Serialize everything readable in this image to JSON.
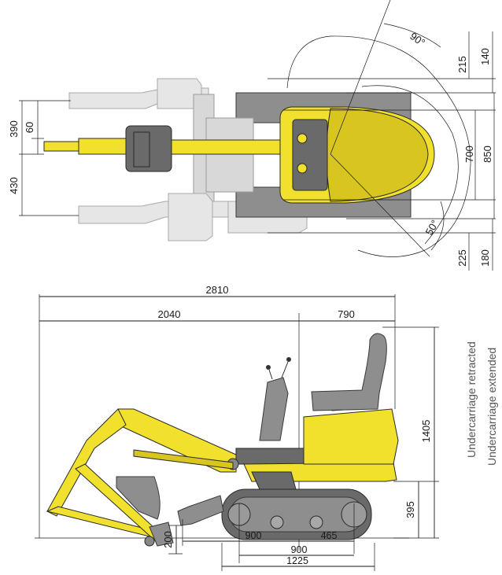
{
  "top_view": {
    "angle_left": "90°",
    "angle_right": "50°",
    "dim_215": "215",
    "dim_140": "140",
    "dim_390": "390",
    "dim_60": "60",
    "dim_430": "430",
    "dim_700": "700",
    "dim_850": "850",
    "dim_225": "225",
    "dim_180": "180"
  },
  "side_view": {
    "dim_2810": "2810",
    "dim_2040": "2040",
    "dim_790": "790",
    "dim_1405": "1405",
    "dim_395": "395",
    "dim_200": "200",
    "dim_900_a": "900",
    "dim_465": "465",
    "dim_900_b": "900",
    "dim_1225": "1225"
  },
  "legend": {
    "retracted": "Undercarriage retracted",
    "extended": "Undercarriage extended"
  },
  "colors": {
    "machine_yellow": "#f2e12c",
    "track_grey": "#8e8e8e",
    "ghost_grey": "#d8d8d8"
  }
}
